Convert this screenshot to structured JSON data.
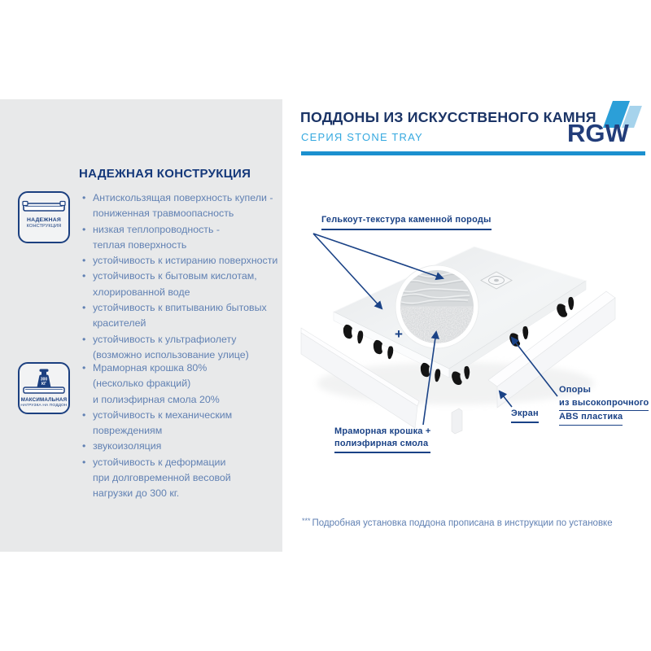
{
  "colors": {
    "navy_heading": "#14387a",
    "navy_title": "#1b3466",
    "callout_navy": "#1a4286",
    "light_blue": "#35a9e0",
    "rule_blue": "#1b90cf",
    "feature_blue": "#6181b3",
    "panel_bg": "#e8e9ea",
    "logo_navy": "#223d7a",
    "logo_shape_dark": "#2b9fd8",
    "logo_shape_light": "#a6d3ec"
  },
  "header": {
    "title": "ПОДДОНЫ ИЗ ИСКУССТВЕНОГО КАМНЯ",
    "subtitle": "СЕРИЯ STONE TRAY",
    "logo_text": "RGW"
  },
  "panel": {
    "heading": "НАДЕЖНАЯ КОНСТРУКЦИЯ",
    "badge_construction": {
      "line1": "НАДЕЖНАЯ",
      "line2": "КОНСТРУКЦИЯ"
    },
    "badge_load": {
      "line1": "МАКСИМАЛЬНАЯ",
      "line2": "НАГРУЗКА НА ПОДДОН",
      "weight_value": "300",
      "weight_unit": "КГ"
    },
    "features_1": [
      "Антискользящая поверхность купели -\nпониженная травмоопасность",
      "низкая теплопроводность -\nтеплая поверхность",
      "устойчивость к истиранию поверхности",
      "устойчивость к бытовым кислотам,\nхлорированной воде",
      "устойчивость к впитыванию бытовых\nкрасителей",
      "устойчивость к ультрафиолету\n(возможно использование улице)"
    ],
    "features_2": [
      "Мраморная крошка 80%\n(несколько фракций)\nи полиэфирная смола 20%",
      "устойчивость к механическим\nповреждениям",
      "звукоизоляция",
      "устойчивость к деформации\nпри долговременной весовой\nнагрузки до 300 кг."
    ]
  },
  "diagram": {
    "callout_gelcoat": "Гелькоут-текстура каменной породы",
    "callout_marble_line1": "Мраморная крошка +",
    "callout_marble_line2": "полиэфирная смола",
    "callout_supports_line1": "Опоры",
    "callout_supports_line2": "из высокопрочного",
    "callout_supports_line3": "ABS пластика",
    "callout_screen": "Экран",
    "plus_sign": "+"
  },
  "footnote": {
    "stars": "***",
    "text": "Подробная установка поддона прописана в инструкции по установке"
  }
}
